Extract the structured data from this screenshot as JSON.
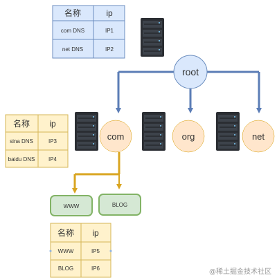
{
  "colors": {
    "blue_stroke": "#6c8ebf",
    "blue_fill": "#dae8fc",
    "blue_arrow": "#5b7db6",
    "orange_fill": "#ffe6cc",
    "orange_stroke": "#d79b00",
    "yellow_fill": "#fff2cc",
    "yellow_stroke": "#d6b656",
    "green_fill": "#d5e8d4",
    "green_stroke": "#82b366",
    "gold_arrow": "#d9a520",
    "server_dark": "#2b2e33"
  },
  "tables": {
    "root_table": {
      "headers": [
        "名称",
        "ip"
      ],
      "rows": [
        [
          "com  DNS",
          "IP1"
        ],
        [
          "net  DNS",
          "IP2"
        ]
      ]
    },
    "com_table": {
      "headers": [
        "名称",
        "ip"
      ],
      "rows": [
        [
          "sina DNS",
          "IP3"
        ],
        [
          "baidu DNS",
          "IP4"
        ]
      ]
    },
    "leaf_table": {
      "headers": [
        "名称",
        "ip"
      ],
      "rows": [
        [
          "WWW",
          "IP5"
        ],
        [
          "BLOG",
          "IP6"
        ]
      ]
    }
  },
  "nodes": {
    "root": "root",
    "com": "com",
    "org": "org",
    "net": "net",
    "www": "WWW",
    "blog": "BLOG"
  },
  "icons": [
    "server-icon"
  ],
  "watermark": "@稀土掘金技术社区"
}
